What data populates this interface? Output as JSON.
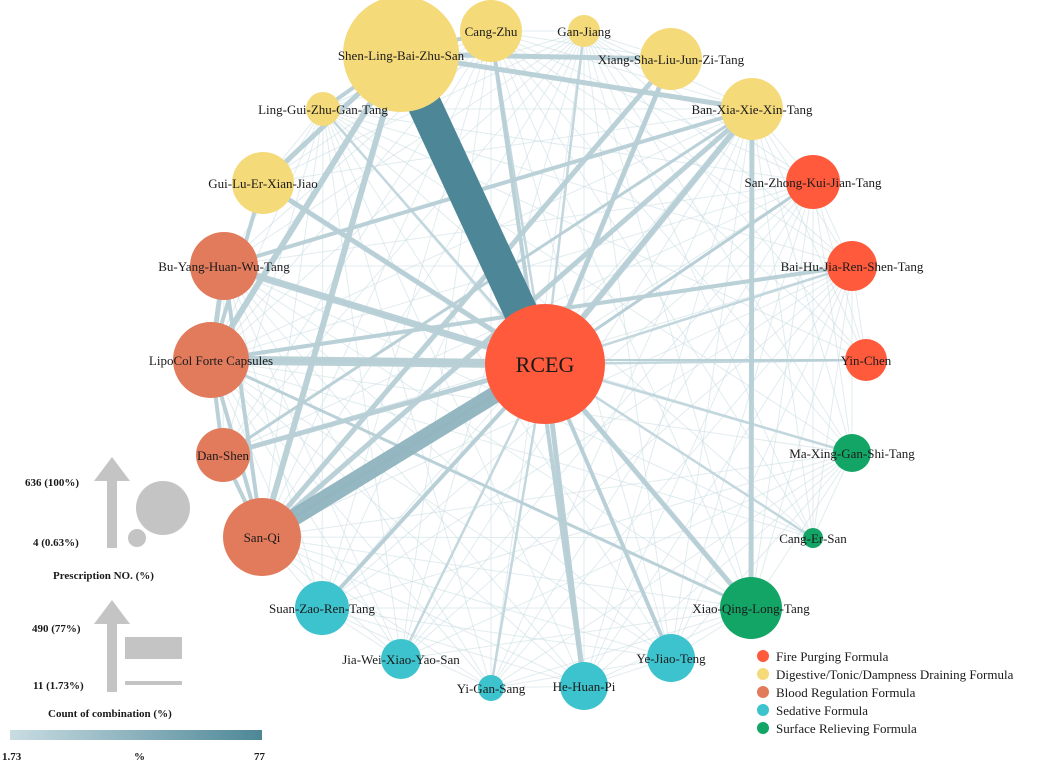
{
  "categories": [
    {
      "id": "fire",
      "label": "Fire Purging Formula",
      "color": "#ff5a3c"
    },
    {
      "id": "digestive",
      "label": "Digestive/Tonic/Dampness Draining Formula",
      "color": "#f5da7a"
    },
    {
      "id": "blood",
      "label": "Blood Regulation Formula",
      "color": "#e27b5c"
    },
    {
      "id": "sedative",
      "label": "Sedative Formula",
      "color": "#3dc3cd"
    },
    {
      "id": "surface",
      "label": "Surface Relieving Formula",
      "color": "#13a566"
    }
  ],
  "center_node": {
    "label": "RCEG",
    "category": "fire"
  },
  "nodes": [
    {
      "id": "shen-ling",
      "label": "Shen-Ling-Bai-Zhu-San",
      "category": "digestive"
    },
    {
      "id": "cang-zhu",
      "label": "Cang-Zhu",
      "category": "digestive"
    },
    {
      "id": "gan-jiang",
      "label": "Gan-Jiang",
      "category": "digestive"
    },
    {
      "id": "xiang-sha",
      "label": "Xiang-Sha-Liu-Jun-Zi-Tang",
      "category": "digestive"
    },
    {
      "id": "ban-xia",
      "label": "Ban-Xia-Xie-Xin-Tang",
      "category": "digestive"
    },
    {
      "id": "ling-gui",
      "label": "Ling-Gui-Zhu-Gan-Tang",
      "category": "digestive"
    },
    {
      "id": "gui-lu",
      "label": "Gui-Lu-Er-Xian-Jiao",
      "category": "digestive"
    },
    {
      "id": "san-zhong",
      "label": "San-Zhong-Kui-Jian-Tang",
      "category": "fire"
    },
    {
      "id": "bai-hu",
      "label": "Bai-Hu-Jia-Ren-Shen-Tang",
      "category": "fire"
    },
    {
      "id": "yin-chen",
      "label": "Yin-Chen",
      "category": "fire"
    },
    {
      "id": "bu-yang",
      "label": "Bu-Yang-Huan-Wu-Tang",
      "category": "blood"
    },
    {
      "id": "lipocol",
      "label": "LipoCol Forte Capsules",
      "category": "blood"
    },
    {
      "id": "dan-shen",
      "label": "Dan-Shen",
      "category": "blood"
    },
    {
      "id": "san-qi",
      "label": "San-Qi",
      "category": "blood"
    },
    {
      "id": "ma-xing",
      "label": "Ma-Xing-Gan-Shi-Tang",
      "category": "surface"
    },
    {
      "id": "cang-er",
      "label": "Cang-Er-San",
      "category": "surface"
    },
    {
      "id": "xiao-qing",
      "label": "Xiao-Qing-Long-Tang",
      "category": "surface"
    },
    {
      "id": "suan-zao",
      "label": "Suan-Zao-Ren-Tang",
      "category": "sedative"
    },
    {
      "id": "jia-wei",
      "label": "Jia-Wei-Xiao-Yao-San",
      "category": "sedative"
    },
    {
      "id": "yi-gan",
      "label": "Yi-Gan-Sang",
      "category": "sedative"
    },
    {
      "id": "he-huan",
      "label": "He-Huan-Pi",
      "category": "sedative"
    },
    {
      "id": "ye-jiao",
      "label": "Ye-Jiao-Teng",
      "category": "sedative"
    }
  ],
  "size_legend": {
    "max_label": "636 (100%)",
    "min_label": "4 (0.63%)",
    "title": "Prescription NO. (%)"
  },
  "edge_legend": {
    "max_label": "490 (77%)",
    "min_label": "11 (1.73%)",
    "title": "Count of combination (%)"
  },
  "color_scale": {
    "min_label": "1.73",
    "mid_label": "%",
    "max_label": "77",
    "min_color": "#c9dce2",
    "max_color": "#4d8797"
  }
}
